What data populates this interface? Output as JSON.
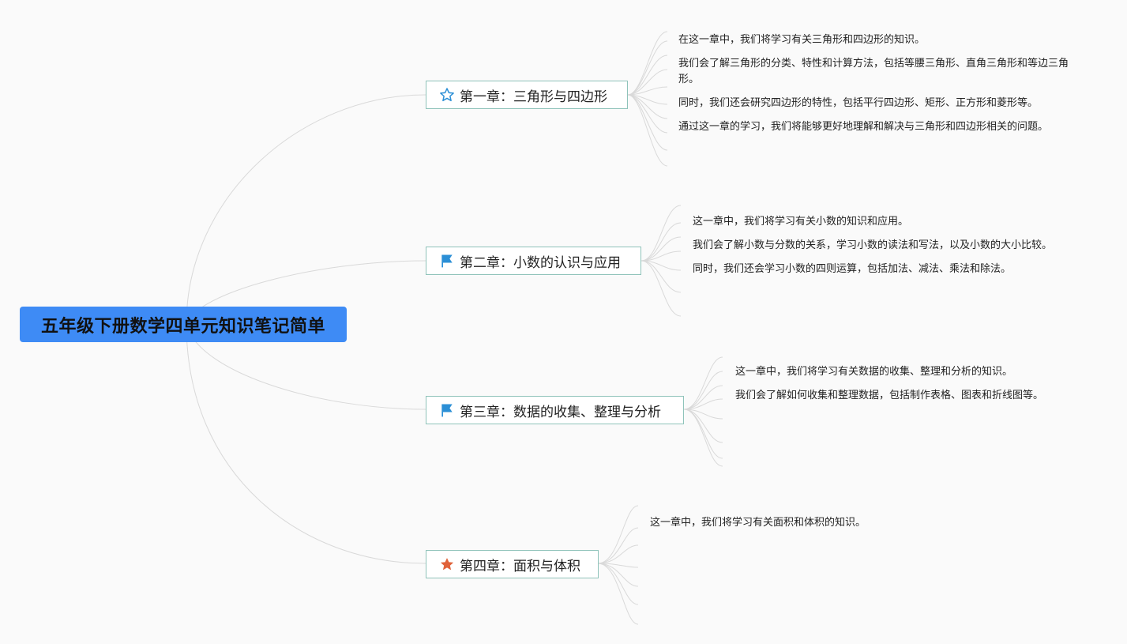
{
  "root": {
    "title": "五年级下册数学四单元知识笔记简单"
  },
  "colors": {
    "root_bg": "#3e8bf5",
    "topic_border": "#8fc3ba",
    "link": "#d9d9d9",
    "flag": "#2b8fd6",
    "star_outline": "#2b8fd6",
    "star_filled": "#e0623a"
  },
  "chapters": [
    {
      "title": "第一章：三角形与四边形",
      "icon": "star-outline-icon",
      "notes": [
        "在这一章中，我们将学习有关三角形和四边形的知识。",
        "我们会了解三角形的分类、特性和计算方法，包括等腰三角形、直角三角形和等边三角形。",
        "同时，我们还会研究四边形的特性，包括平行四边形、矩形、正方形和菱形等。",
        "通过这一章的学习，我们将能够更好地理解和解决与三角形和四边形相关的问题。"
      ]
    },
    {
      "title": "第二章：小数的认识与应用",
      "icon": "flag-icon",
      "notes": [
        "这一章中，我们将学习有关小数的知识和应用。",
        "我们会了解小数与分数的关系，学习小数的读法和写法，以及小数的大小比较。",
        "同时，我们还会学习小数的四则运算，包括加法、减法、乘法和除法。"
      ]
    },
    {
      "title": "第三章：数据的收集、整理与分析",
      "icon": "flag-icon",
      "notes": [
        "这一章中，我们将学习有关数据的收集、整理和分析的知识。",
        "我们会了解如何收集和整理数据，包括制作表格、图表和折线图等。"
      ]
    },
    {
      "title": "第四章：面积与体积",
      "icon": "star-filled-icon",
      "notes": [
        "这一章中，我们将学习有关面积和体积的知识。"
      ]
    }
  ]
}
